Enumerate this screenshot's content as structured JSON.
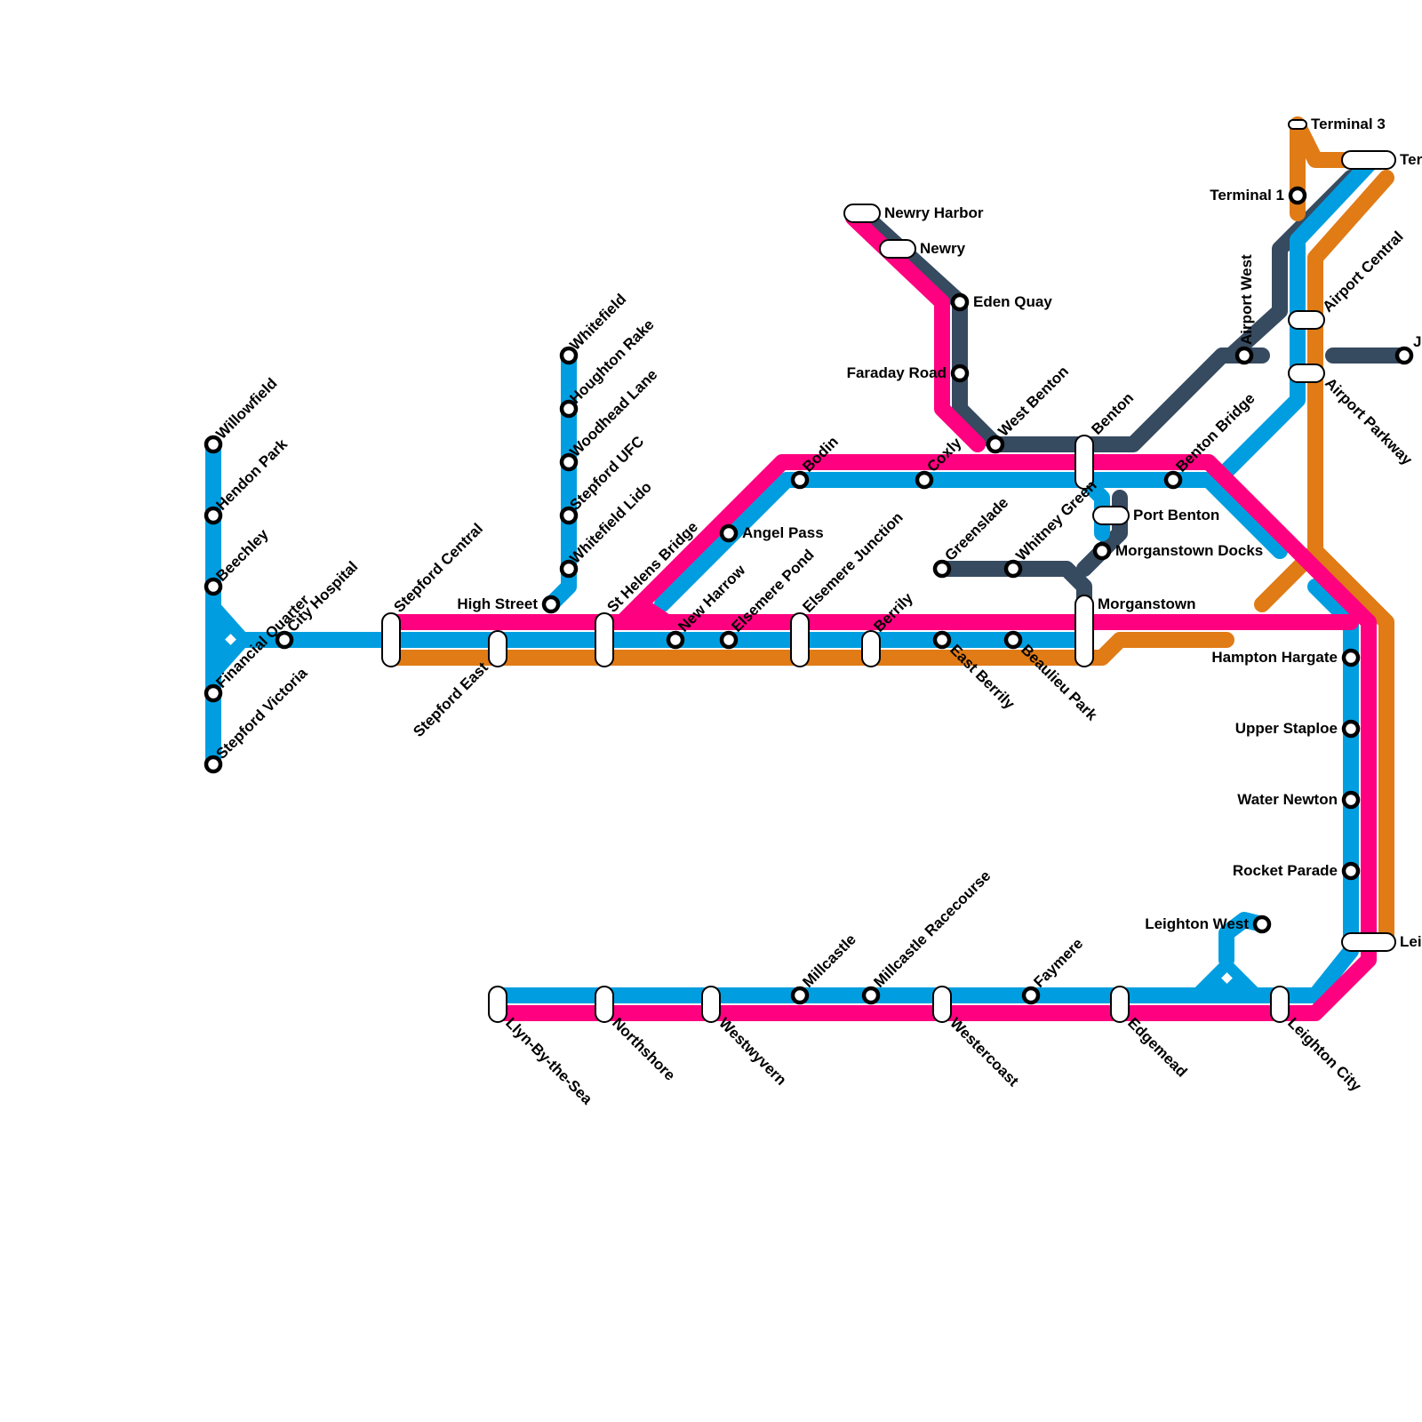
{
  "map": {
    "lines": [
      {
        "id": "blue-line",
        "color": "#009ee0"
      },
      {
        "id": "pink-line",
        "color": "#ff0080"
      },
      {
        "id": "orange-line",
        "color": "#e07b16"
      },
      {
        "id": "navy-line",
        "color": "#364a60"
      }
    ],
    "stations": {
      "willowfield": "Willowfield",
      "hendon_park": "Hendon Park",
      "beechley": "Beechley",
      "financial_quarter": "Financial Quarter",
      "stepford_victoria": "Stepford Victoria",
      "city_hospital": "City Hospital",
      "stepford_central": "Stepford Central",
      "stepford_east": "Stepford East",
      "high_street": "High Street",
      "whitefield": "Whitefield",
      "houghton_rake": "Houghton Rake",
      "woodhead_lane": "Woodhead Lane",
      "stepford_ufc": "Stepford UFC",
      "whitefield_lido": "Whitefield Lido",
      "st_helens_bridge": "St Helens Bridge",
      "new_harrow": "New Harrow",
      "angel_pass": "Angel Pass",
      "elsemere_pond": "Elsemere Pond",
      "bodin": "Bodin",
      "elsemere_junction": "Elsemere Junction",
      "berrily": "Berrily",
      "coxly": "Coxly",
      "east_berrily": "East Berrily",
      "greenslade": "Greenslade",
      "whitney_green": "Whitney Green",
      "beaulieu_park": "Beaulieu Park",
      "newry_harbor": "Newry Harbor",
      "newry": "Newry",
      "eden_quay": "Eden Quay",
      "faraday_road": "Faraday Road",
      "west_benton": "West Benton",
      "benton": "Benton",
      "port_benton": "Port Benton",
      "morganstown_docks": "Morganstown Docks",
      "morganstown": "Morganstown",
      "benton_bridge": "Benton Bridge",
      "airport_west": "Airport West",
      "terminal_1": "Terminal 1",
      "terminal_3": "Terminal 3",
      "terminal_2_partial": "Ter",
      "airport_central": "Airport Central",
      "airport_parkway": "Airport Parkway",
      "j_partial": "J",
      "hampton_hargate": "Hampton Hargate",
      "upper_staploe": "Upper Staploe",
      "water_newton": "Water Newton",
      "rocket_parade": "Rocket Parade",
      "leighton_west": "Leighton West",
      "lei_partial": "Lei",
      "leighton_city": "Leighton City",
      "edgemead": "Edgemead",
      "faymere": "Faymere",
      "westercoast": "Westercoast",
      "millcastle_racecourse": "Millcastle Racecourse",
      "millcastle": "Millcastle",
      "westwyvern": "Westwyvern",
      "northshore": "Northshore",
      "llyn_by_the_sea": "Llyn-By-the-Sea"
    }
  }
}
